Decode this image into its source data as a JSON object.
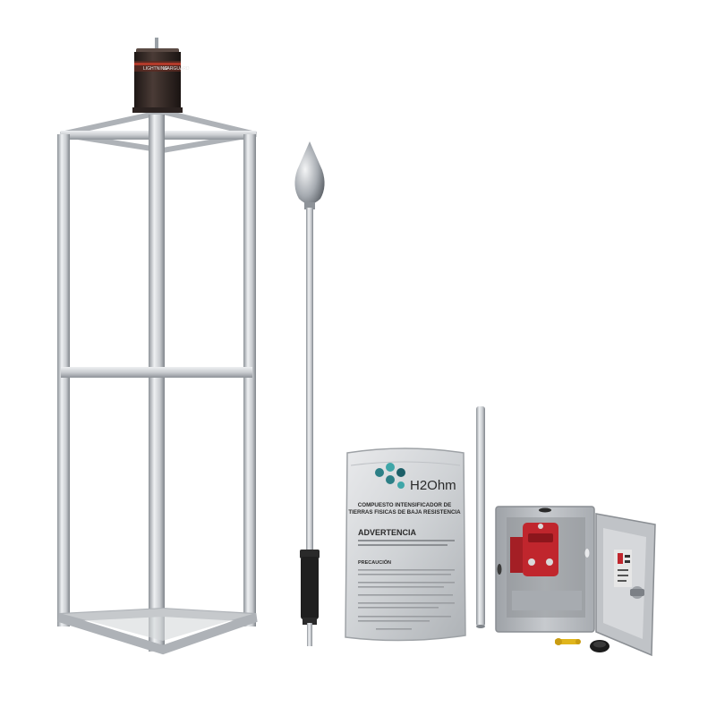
{
  "scene": {
    "background": "#ffffff",
    "colors": {
      "aluminum": "#c9ccd0",
      "aluminum_dark": "#8d9298",
      "device_body": "#3a2e2b",
      "device_band": "#b23a2a",
      "bag": "#d7d9dc",
      "box": "#b9bcc1",
      "breaker_red": "#c0262d",
      "grip_black": "#1f1f1f",
      "connector_yellow": "#e0b51c"
    }
  },
  "device": {
    "brand_left": "LIGHTNING",
    "brand_right": "WARGUARD"
  },
  "bag": {
    "logo_text": "H2Ohm",
    "title_line1": "COMPUESTO INTENSIFICADOR DE",
    "title_line2": "TIERRAS FISICAS DE BAJA RESISTENCIA",
    "warning_heading": "ADVERTENCIA",
    "precaution_heading": "PRECAUCIÓN"
  }
}
